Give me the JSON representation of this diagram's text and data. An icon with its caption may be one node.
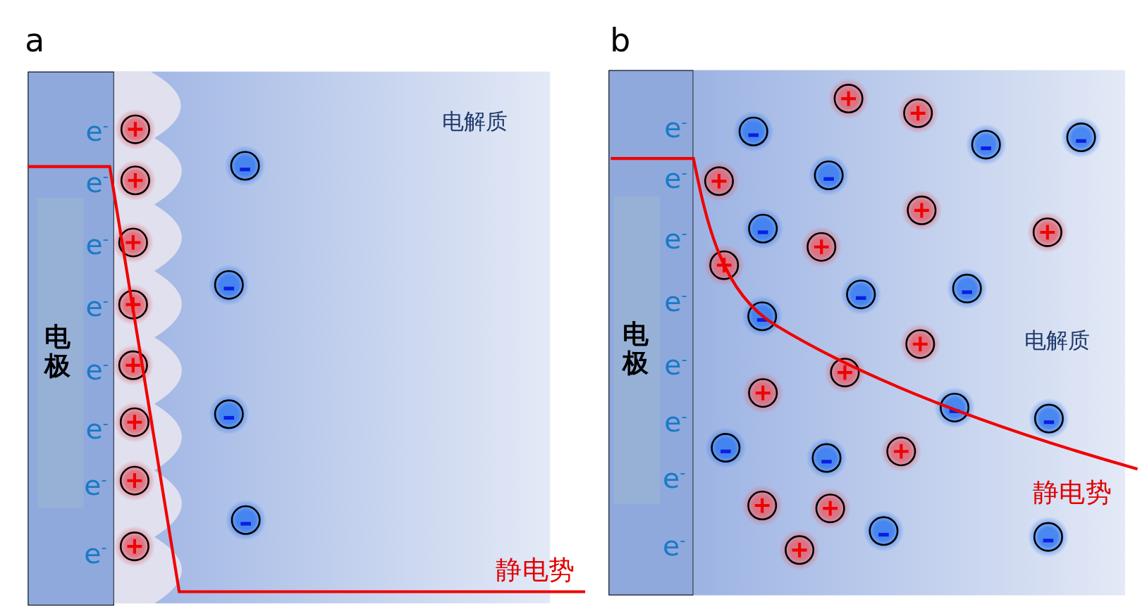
{
  "diagram": {
    "nodes": [
      {
        "text": [
          "电极"
        ]
      },
      {
        "text": [
          "电解质"
        ]
      },
      {
        "text": [
          "电极"
        ]
      },
      {
        "text": [
          "电解质"
        ]
      }
    ],
    "labels": [
      "a",
      "e$^{-}$",
      "e$^{-}$",
      "e$^{-}$",
      "e$^{-}$",
      "e$^{-}$",
      "e$^{-}$",
      "e$^{-}$",
      "e$^{-}$",
      "静电势",
      "b",
      "e$^{-}$",
      "e$^{-}$",
      "e$^{-}$",
      "e$^{-}$",
      "e$^{-}$",
      "e$^{-}$",
      "e$^{-}$",
      "e$^{-}$",
      "静电势"
    ]
  }
}
